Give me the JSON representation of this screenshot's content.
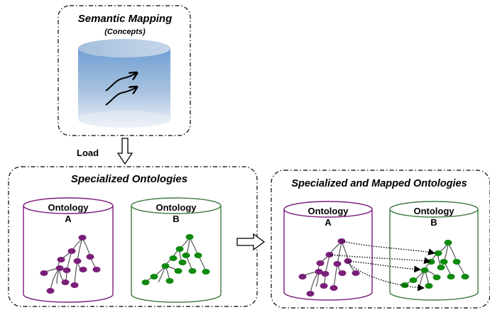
{
  "semantic_mapping": {
    "title": "Semantic Mapping",
    "subtitle": "(Concepts)"
  },
  "load_label": "Load",
  "specialized": {
    "title": "Specialized Ontologies",
    "ontology_a": {
      "line1": "Ontology",
      "line2": "A",
      "color": "#7b1b7b"
    },
    "ontology_b": {
      "line1": "Ontology",
      "line2": "B",
      "color": "#3d7a3d"
    }
  },
  "mapped": {
    "title": "Specialized and Mapped Ontologies",
    "ontology_a": {
      "line1": "Ontology",
      "line2": "A",
      "color": "#7b1b7b"
    },
    "ontology_b": {
      "line1": "Ontology",
      "line2": "B",
      "color": "#3d7a3d"
    }
  },
  "colors": {
    "purple_node": "#7a1f7a",
    "green_node": "#0e8a0e",
    "db_top": "#a9c3e0",
    "db_body_top": "#6f9fd3",
    "db_body_bottom": "#e9eef6"
  },
  "icons": {
    "mapping_arrows": "double-curved-arrows-icon",
    "load_arrow": "down-arrow-icon",
    "transform_arrow": "right-arrow-icon"
  }
}
